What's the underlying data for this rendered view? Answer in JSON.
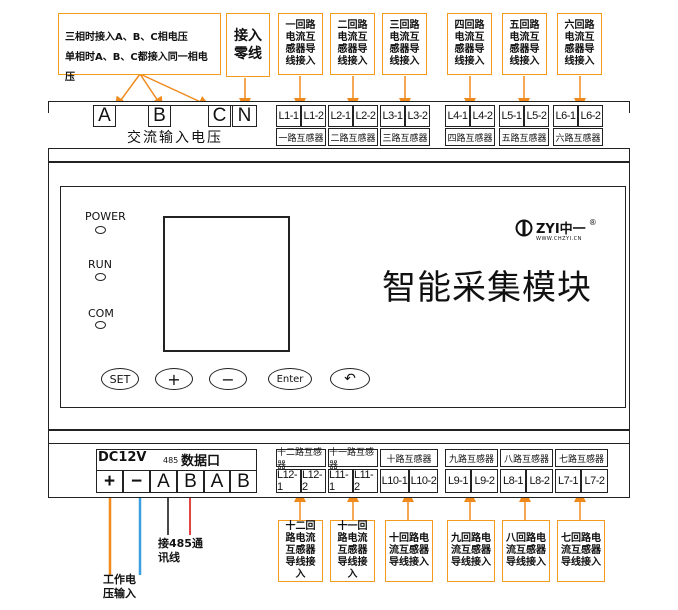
{
  "callouts": {
    "phase": {
      "line1": "三相时接入A、B、C相电压",
      "line2": "单相时A、B、C都接入同一相电压"
    },
    "neutral": "接入零线",
    "ct": [
      "一回路电流互感器导线接入",
      "二回路电流互感器导线接入",
      "三回路电流互感器导线接入",
      "四回路电流互感器导线接入",
      "五回路电流互感器导线接入",
      "六回路电流互感器导线接入",
      "十二回路电流互感器导线接入",
      "十一回路电流互感器导线接入",
      "十回路电流互感器导线接入",
      "九回路电流互感器导线接入",
      "八回路电流互感器导线接入",
      "七回路电流互感器导线接入"
    ],
    "power": "工作电压输入",
    "comm": "接485通讯线"
  },
  "top_terminals": {
    "voltage": [
      "A",
      "B",
      "C",
      "N"
    ],
    "voltage_label": "交流输入电压",
    "ct": [
      "L1-1",
      "L1-2",
      "L2-1",
      "L2-2",
      "L3-1",
      "L3-2",
      "L4-1",
      "L4-2",
      "L5-1",
      "L5-2",
      "L6-1",
      "L6-2"
    ],
    "ct_labels": [
      "一路互感器",
      "二路互感器",
      "三路互感器",
      "四路互感器",
      "五路互感器",
      "六路互感器"
    ]
  },
  "bottom_terminals": {
    "dc_label": "DC12V",
    "port_prefix": "485",
    "port_label": "数据口",
    "power": [
      "+",
      "−",
      "A",
      "B",
      "A",
      "B"
    ],
    "ct": [
      "L12-1",
      "L12-2",
      "L11-1",
      "L11-2",
      "L10-1",
      "L10-2",
      "L9-1",
      "L9-2",
      "L8-1",
      "L8-2",
      "L7-1",
      "L7-2"
    ],
    "ct_labels": [
      "十二路互感器",
      "十一路互感器",
      "十路互感器",
      "九路互感器",
      "八路互感器",
      "七路互感器"
    ]
  },
  "panel": {
    "leds": [
      "POWER",
      "RUN",
      "COM"
    ],
    "brand": "ZYI中一",
    "brand_sub": "WWW.CHZYI.CN",
    "title": "智能采集模块",
    "keys": [
      "SET",
      "+",
      "−",
      "Enter",
      "↶"
    ]
  },
  "colors": {
    "callout_border": "#f39b1f",
    "orange": "#f08a1c",
    "blue": "#3aa0e0",
    "red": "#e03030",
    "black": "#222222"
  }
}
